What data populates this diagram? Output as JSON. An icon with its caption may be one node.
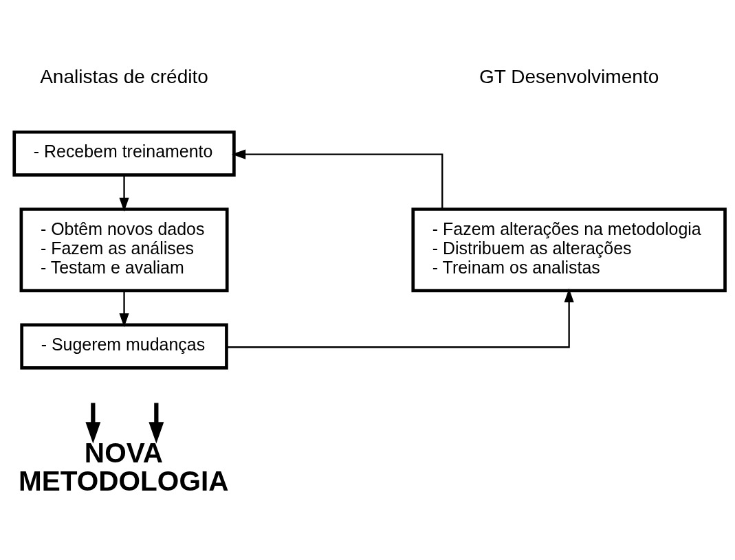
{
  "diagram": {
    "nodes": [
      {
        "text": [
          "- Recebem treinamento"
        ]
      },
      {
        "text": [
          "- Obtêm novos dados",
          "- Fazem as análises",
          "- Testam e avaliam"
        ]
      },
      {
        "text": [
          "- Sugerem mudanças"
        ]
      },
      {
        "text": [
          "- Fazem alterações na metodologia",
          "- Distribuem as alterações",
          "- Treinam os analistas"
        ]
      },
      {
        "text": [
          "NOVA METODOLOGIA"
        ]
      }
    ],
    "edges": [
      {
        "from": 0,
        "to": 1,
        "arrow": "to"
      },
      {
        "from": 1,
        "to": 2,
        "arrow": "to"
      },
      {
        "from": 2,
        "to": 3,
        "arrow": "to"
      },
      {
        "from": 3,
        "to": 0,
        "arrow": "to"
      },
      {
        "from": null,
        "to": 4,
        "arrow": "to",
        "style": "thick"
      },
      {
        "from": null,
        "to": 4,
        "arrow": "to",
        "style": "thick"
      }
    ],
    "labels": [
      "Analistas de crédito",
      "GT Desenvolvimento"
    ]
  }
}
